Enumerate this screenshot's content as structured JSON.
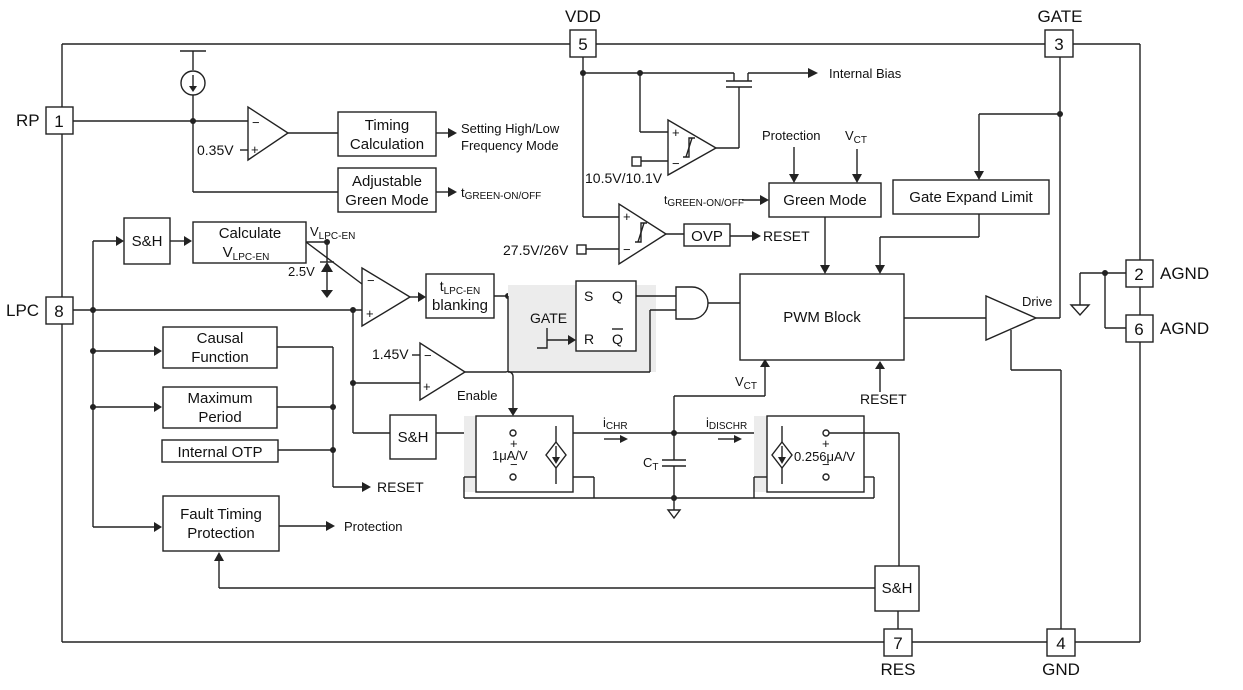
{
  "pins": {
    "vdd": {
      "name": "VDD",
      "num": "5"
    },
    "gate": {
      "name": "GATE",
      "num": "3"
    },
    "rp": {
      "name": "RP",
      "num": "1"
    },
    "lpc": {
      "name": "LPC",
      "num": "8"
    },
    "agnd2": {
      "name": "AGND",
      "num": "2"
    },
    "agnd6": {
      "name": "AGND",
      "num": "6"
    },
    "res": {
      "name": "RES",
      "num": "7"
    },
    "gnd": {
      "name": "GND",
      "num": "4"
    }
  },
  "blocks": {
    "timing_calc": [
      "Timing",
      "Calculation"
    ],
    "adjustable_green": [
      "Adjustable",
      "Green Mode"
    ],
    "calc_vlpc": {
      "l1": "Calculate",
      "l2": "V",
      "l2sub": "LPC-EN"
    },
    "sh1": "S&H",
    "sh2": "S&H",
    "sh3": "S&H",
    "causal": [
      "Causal",
      "Function"
    ],
    "max_period": [
      "Maximum",
      "Period"
    ],
    "internal_otp": "Internal OTP",
    "fault_timing": [
      "Fault Timing",
      "Protection"
    ],
    "blanking": {
      "t": "t",
      "tsub": "LPC-EN",
      "l2": "blanking"
    },
    "ovp": "OVP",
    "green_mode": "Green Mode",
    "gate_expand": "Gate Expand Limit",
    "pwm": "PWM Block",
    "latch": {
      "s": "S",
      "q": "Q",
      "r": "R",
      "qbar": "Q"
    }
  },
  "labels": {
    "internal_bias": "Internal Bias",
    "setting_mode": [
      "Setting High/Low",
      "Frequency Mode"
    ],
    "tgreen": {
      "t": "t",
      "sub": "GREEN-ON/OFF"
    },
    "ref035": "0.35V",
    "ref25": "2.5V",
    "vlpcen": {
      "v": "V",
      "sub": "LPC-EN"
    },
    "ref145": "1.45V",
    "enable": "Enable",
    "reset": "RESET",
    "protection": "Protection",
    "vct": {
      "v": "V",
      "sub": "CT"
    },
    "vdd_hyst": "10.5V/10.1V",
    "ovp_ref": "27.5V/26V",
    "gate": "GATE",
    "drive": "Drive",
    "ichr": {
      "i": "i",
      "sub": "CHR"
    },
    "idischr": {
      "i": "i",
      "sub": "DISCHR"
    },
    "ct": {
      "c": "C",
      "sub": "T"
    },
    "gm1": "1μA/V",
    "gm2": "0.256μA/V",
    "plus": "+",
    "minus": "−"
  }
}
